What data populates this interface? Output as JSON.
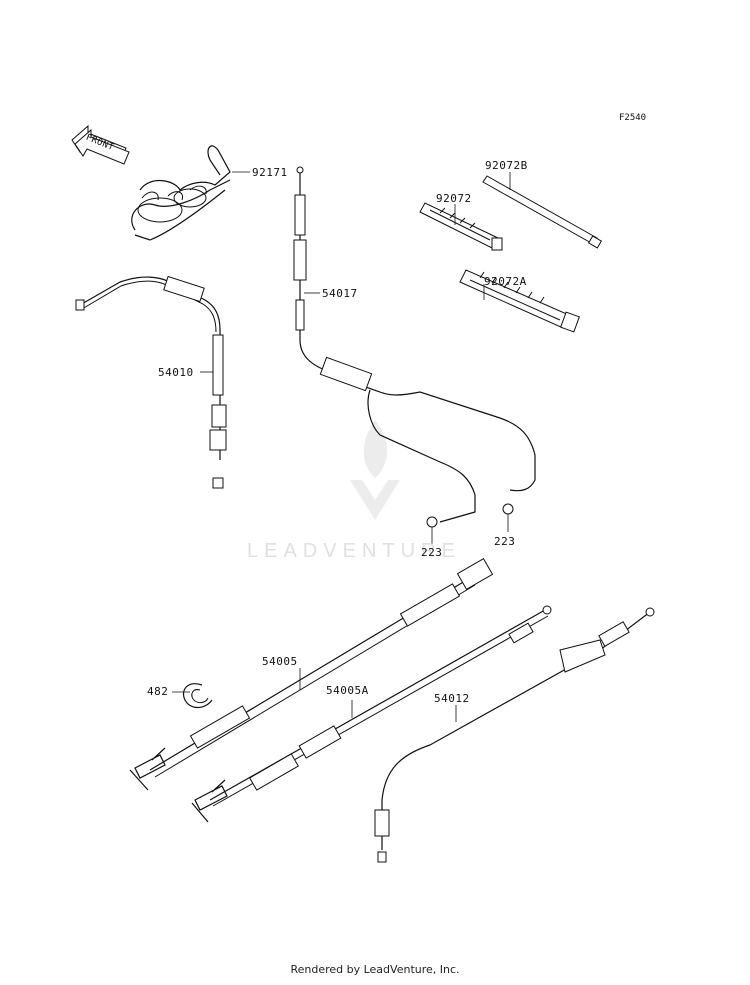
{
  "diagram": {
    "figure_code": "F2540",
    "front_arrow_label": "FRONT",
    "watermark": "LEADVENTURE",
    "footer": "Rendered by LeadVenture, Inc.",
    "parts": [
      {
        "id": "92171",
        "label": "92171"
      },
      {
        "id": "54017",
        "label": "54017"
      },
      {
        "id": "92072B",
        "label": "92072B"
      },
      {
        "id": "92072",
        "label": "92072"
      },
      {
        "id": "92072A",
        "label": "92072A"
      },
      {
        "id": "54010",
        "label": "54010"
      },
      {
        "id": "223a",
        "label": "223"
      },
      {
        "id": "223b",
        "label": "223"
      },
      {
        "id": "54005",
        "label": "54005"
      },
      {
        "id": "482",
        "label": "482"
      },
      {
        "id": "54005A",
        "label": "54005A"
      },
      {
        "id": "54012",
        "label": "54012"
      }
    ]
  }
}
